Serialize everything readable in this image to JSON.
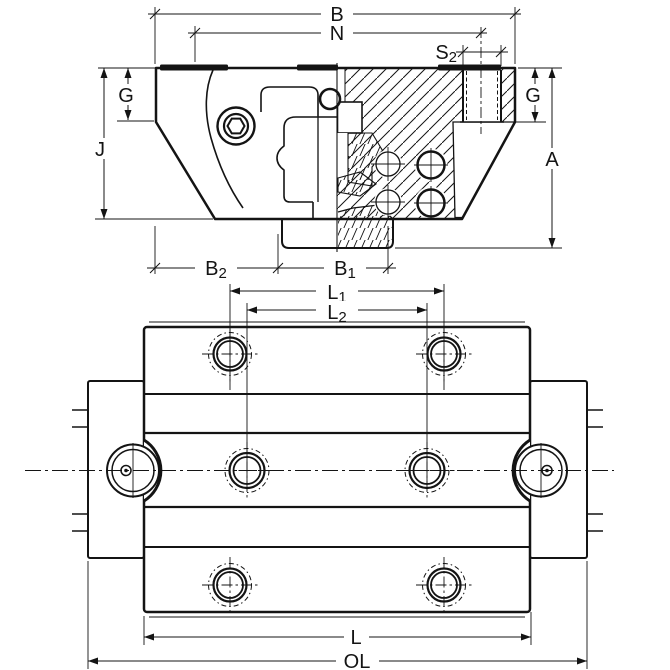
{
  "drawing_title": "linear-guide-carriage-technical-drawing",
  "colors": {
    "line": "#141414",
    "background": "#ffffff"
  },
  "cross_section_view": {
    "dims": {
      "b": {
        "label": "B",
        "sub": ""
      },
      "n": {
        "label": "N",
        "sub": ""
      },
      "s2": {
        "label": "S",
        "sub": "2"
      },
      "g_left": {
        "label": "G",
        "sub": ""
      },
      "g_right": {
        "label": "G",
        "sub": ""
      },
      "j": {
        "label": "J",
        "sub": ""
      },
      "a": {
        "label": "A",
        "sub": ""
      },
      "b2": {
        "label": "B",
        "sub": "2"
      },
      "b1": {
        "label": "B",
        "sub": "1"
      }
    }
  },
  "plan_view": {
    "dims": {
      "l1": {
        "label": "L",
        "sub": "1"
      },
      "l2": {
        "label": "L",
        "sub": "2"
      },
      "l": {
        "label": "L",
        "sub": ""
      },
      "ol": {
        "label": "OL",
        "sub": ""
      }
    }
  }
}
